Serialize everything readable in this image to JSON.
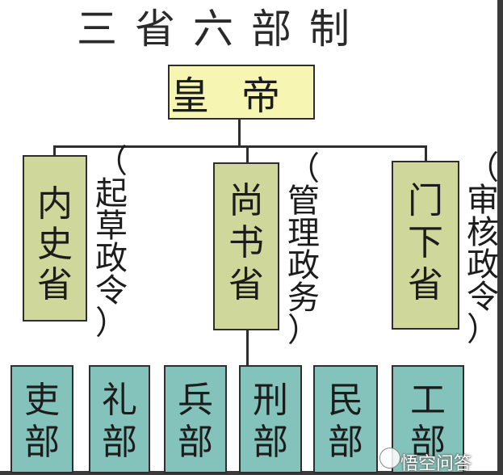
{
  "title": "三省六部制",
  "emperor": "皇帝",
  "provinces": [
    {
      "name": "内\n史\n省",
      "note": "（\n起\n草\n政\n令\n）"
    },
    {
      "name": "尚\n书\n省",
      "note": "（\n管\n理\n政\n务\n）"
    },
    {
      "name": "门\n下\n省",
      "note": "（\n审\n核\n政\n令\n）"
    }
  ],
  "ministries": [
    "吏\n部",
    "礼\n部",
    "兵\n部",
    "刑\n部",
    "民\n部",
    "工\n部"
  ],
  "watermark": "悟空问答",
  "colors": {
    "emperor_fill": "#f7f5b2",
    "province_fill": "#cfd79a",
    "ministry_fill": "#84c3bb",
    "line": "#2e2e2e"
  }
}
